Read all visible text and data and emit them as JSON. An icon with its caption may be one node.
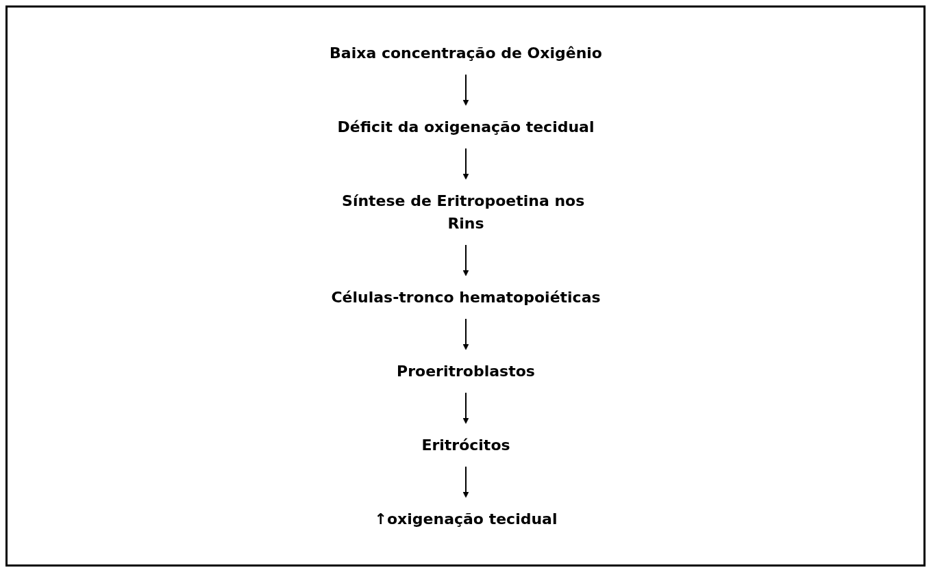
{
  "diagram": {
    "nodes": [
      {
        "text": [
          "Síntese de Eritropoetina nos Rins"
        ]
      },
      {
        "text": [
          "Células-tronco hematopoiéticas"
        ]
      },
      {
        "text": [
          "Déficit da oxigenação tecidual"
        ]
      },
      {
        "text": [
          "Proeritroblastos"
        ]
      },
      {
        "text": [
          "Eritrócitos"
        ]
      },
      {
        "text": [
          "Baixa concentração de Oxigênio"
        ]
      },
      {
        "text": [
          "↑oxigenação tecidual"
        ]
      }
    ],
    "edges": [
      {
        "from": 5,
        "to": 2,
        "arrow": "to"
      },
      {
        "from": 2,
        "to": 0,
        "arrow": "to"
      },
      {
        "from": 0,
        "to": 1,
        "arrow": "to"
      },
      {
        "from": 1,
        "to": 3,
        "arrow": "to"
      },
      {
        "from": 3,
        "to": 4,
        "arrow": "to"
      },
      {
        "from": 4,
        "to": 6,
        "arrow": "to"
      }
    ]
  }
}
